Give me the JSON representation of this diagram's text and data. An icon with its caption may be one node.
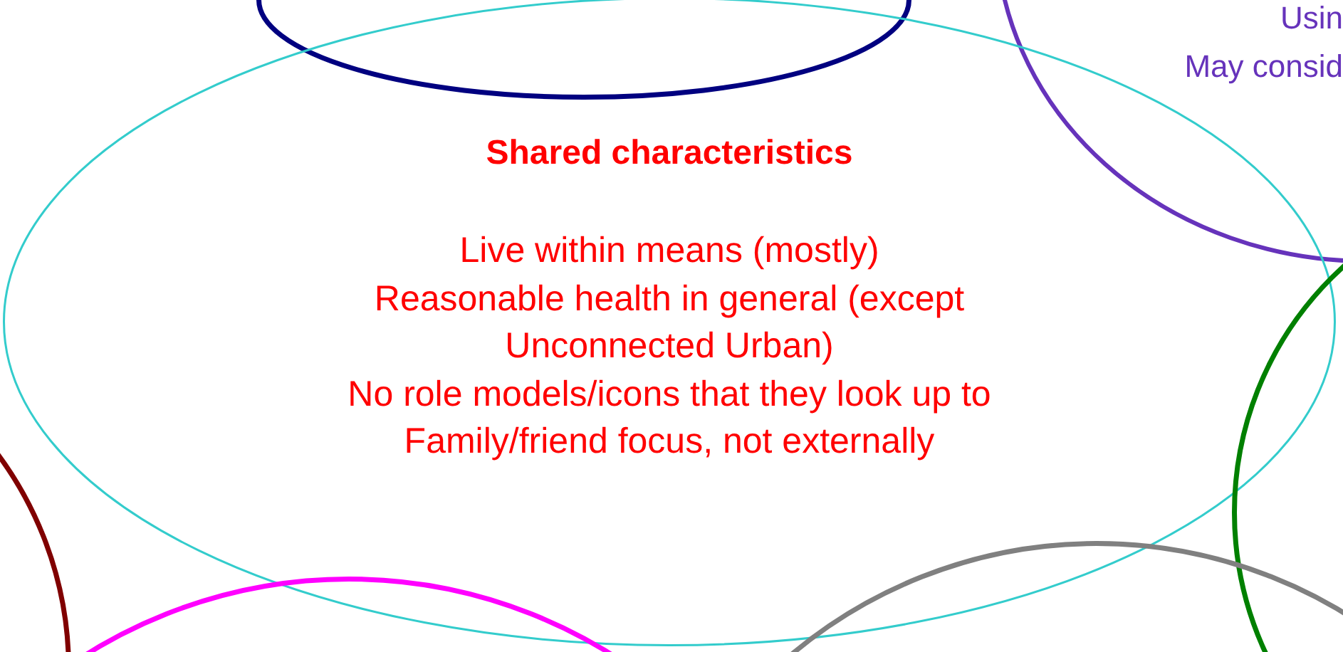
{
  "diagram": {
    "nodes": [
      {
        "text": [],
        "shape": "circle"
      },
      {
        "text": [
          "Usin",
          "May consid"
        ]
      },
      {
        "text": [
          "Shared characteristics",
          "Live within means (mostly)",
          "Reasonable health in general (except Unconnected Urban)",
          "No role models/icons that they look up to",
          "Family/friend focus, not externally"
        ]
      },
      {
        "text": [],
        "shape": "circle"
      },
      {
        "text": [],
        "shape": "circle"
      },
      {
        "text": [],
        "shape": "circle"
      },
      {
        "text": [],
        "shape": "circle"
      }
    ]
  }
}
